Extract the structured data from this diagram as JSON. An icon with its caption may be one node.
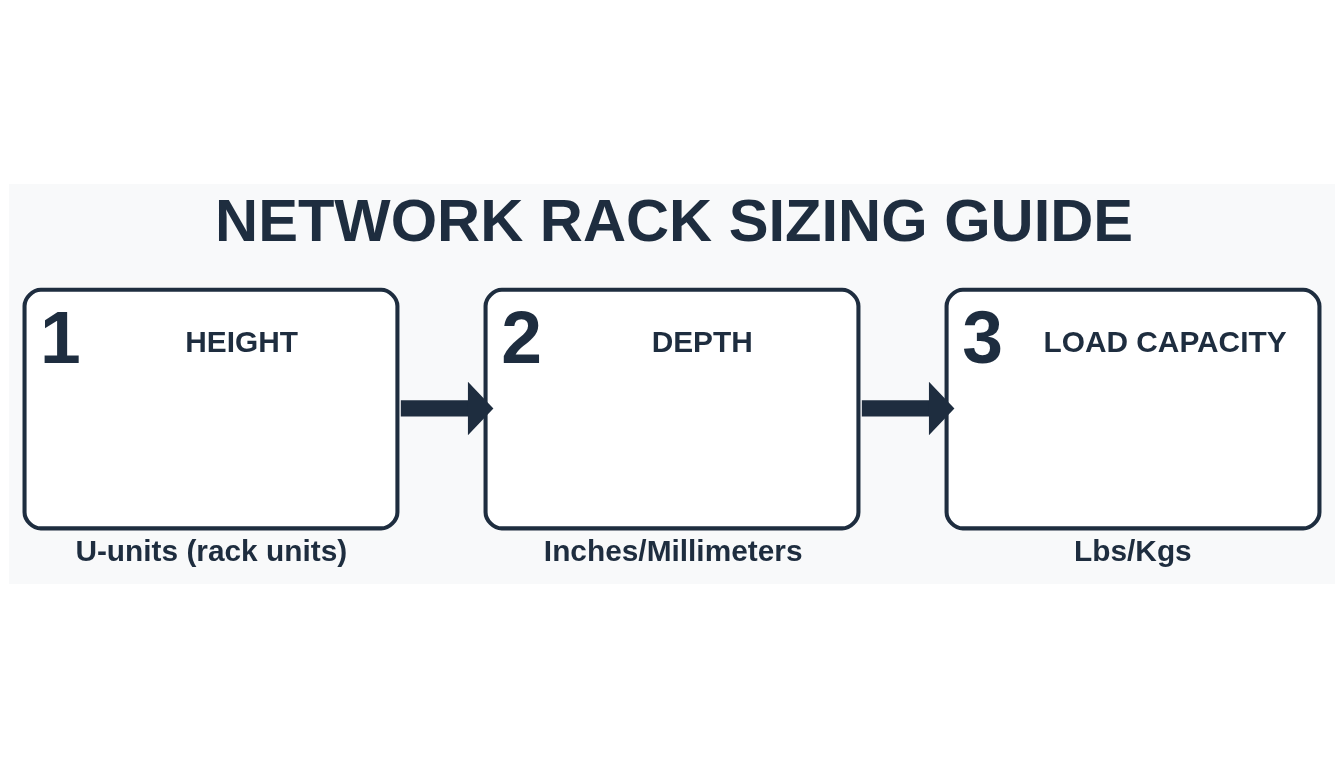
{
  "diagram": {
    "title": "NETWORK RACK SIZING GUIDE",
    "nodes": [
      {
        "text": [
          "1",
          "HEIGHT"
        ],
        "beside": [
          "U-units (rack units)"
        ]
      },
      {
        "text": [
          "2",
          "DEPTH"
        ],
        "beside": [
          "Inches/Millimeters"
        ]
      },
      {
        "text": [
          "3",
          "LOAD CAPACITY"
        ],
        "beside": [
          "Lbs/Kgs"
        ]
      }
    ],
    "edges": [
      {
        "from": 0,
        "to": 1,
        "arrow": "to"
      },
      {
        "from": 1,
        "to": 2,
        "arrow": "to"
      }
    ]
  }
}
